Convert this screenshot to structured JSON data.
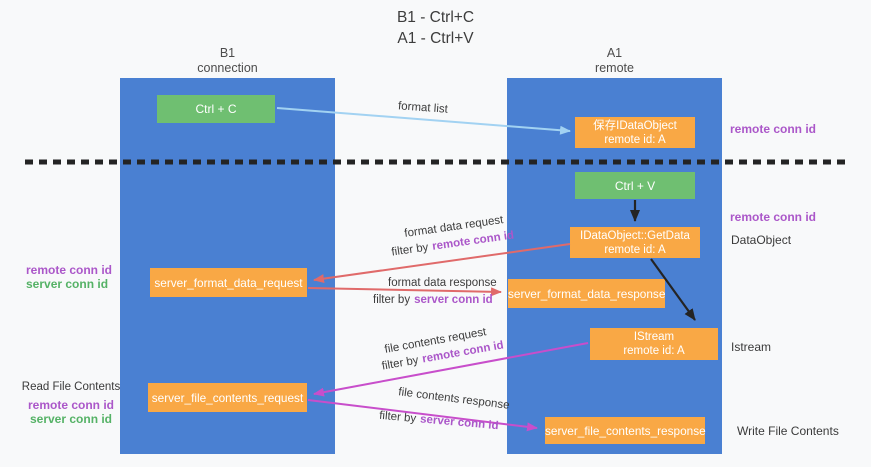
{
  "title": {
    "line1": "B1 - Ctrl+C",
    "line2": "A1 - Ctrl+V"
  },
  "columns": {
    "b1": {
      "name": "B1",
      "role": "connection"
    },
    "a1": {
      "name": "A1",
      "role": "remote"
    }
  },
  "nodes": {
    "ctrl_c": "Ctrl + C",
    "ctrl_v": "Ctrl + V",
    "save_idataobject": {
      "line1": "保存IDataObject",
      "line2": "remote id: A"
    },
    "getdata": {
      "line1": "IDataObject::GetData",
      "line2": "remote id: A"
    },
    "istream": {
      "line1": "IStream",
      "line2": "remote id: A"
    },
    "server_format_data_request": "server_format_data_request",
    "server_format_data_response": "server_format_data_response",
    "server_file_contents_request": "server_file_contents_request",
    "server_file_contents_response": "server_file_contents_response"
  },
  "flow_labels": {
    "format_list": "format list",
    "format_data_request": "format data request",
    "format_data_response": "format data response",
    "file_contents_request": "file contents request",
    "file_contents_response": "file contents response",
    "filter_by": "filter by",
    "remote_conn_id": "remote conn id",
    "server_conn_id": "server conn id"
  },
  "side_labels": {
    "remote_conn_id": "remote conn id",
    "server_conn_id": "server conn id",
    "dataobject": "DataObject",
    "istream": "Istream",
    "read_file_contents": "Read File Contents",
    "write_file_contents": "Write File Contents"
  },
  "colors": {
    "lane_blue": "#4a80d2",
    "node_green": "#6fbf71",
    "node_orange": "#f9a845",
    "arrow_lightblue": "#a2d2f2",
    "arrow_red": "#e06a6a",
    "arrow_magenta": "#c84ecb",
    "arrow_black": "#242424",
    "remote_conn_id_purple": "#ab57c9",
    "server_conn_id_green": "#55b266"
  }
}
